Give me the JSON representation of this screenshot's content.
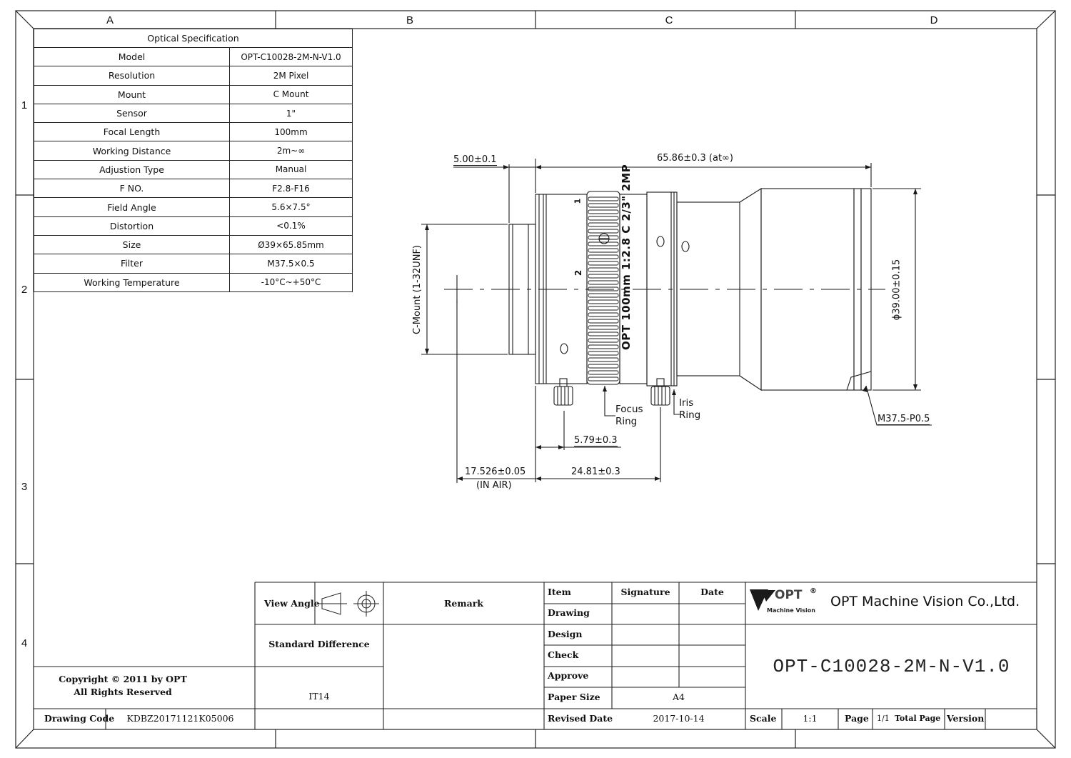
{
  "zones": {
    "columns": [
      "A",
      "B",
      "C",
      "D"
    ],
    "rows": [
      "1",
      "2",
      "3",
      "4"
    ]
  },
  "spec_table": {
    "title": "Optical Specification",
    "rows": [
      {
        "label": "Model",
        "value": "OPT-C10028-2M-N-V1.0"
      },
      {
        "label": "Resolution",
        "value": "2M Pixel"
      },
      {
        "label": "Mount",
        "value": "C Mount"
      },
      {
        "label": "Sensor",
        "value": "1\""
      },
      {
        "label": "Focal Length",
        "value": "100mm"
      },
      {
        "label": "Working Distance",
        "value": "2m~∞"
      },
      {
        "label": "Adjustion Type",
        "value": "Manual"
      },
      {
        "label": "F NO.",
        "value": "F2.8-F16"
      },
      {
        "label": "Field Angle",
        "value": "5.6×7.5°"
      },
      {
        "label": "Distortion",
        "value": "<0.1%"
      },
      {
        "label": "Size",
        "value": "Ø39×65.85mm"
      },
      {
        "label": "Filter",
        "value": "M37.5×0.5"
      },
      {
        "label": "Working Temperature",
        "value": "-10°C~+50°C"
      }
    ]
  },
  "drawing": {
    "dim_flange": "5.00±0.1",
    "dim_length": "65.86±0.3 (at∞)",
    "dim_diameter": "ϕ39.00±0.15",
    "dim_mount": "C-Mount (1-32UNF)",
    "dim_focus": "5.79±0.3",
    "dim_iris": "24.81±0.3",
    "dim_backfocus": "17.526±0.05",
    "dim_backfocus_note": "(IN AIR)",
    "thread_label": "M37.5-P0.5",
    "focus_ring_label": [
      "Focus",
      "Ring"
    ],
    "iris_ring_label": [
      "Iris",
      "Ring"
    ],
    "lens_engraving": "OPT 100mm 1:2.8 C 2/3\" 2MP",
    "ring_numerals": [
      "1",
      "2",
      "1"
    ]
  },
  "title_block": {
    "view_angle_label": "View Angle",
    "remark_label": "Remark",
    "standard_difference_label": "Standard Difference",
    "standard_difference_value": "IT14",
    "copyright_line1": "Copyright © 2011 by OPT",
    "copyright_line2": "All Rights Reserved",
    "drawing_code_label": "Drawing Code",
    "drawing_code_value": "KDBZ20171121K05006",
    "item_label": "Item",
    "signature_label": "Signature",
    "date_label": "Date",
    "rows": [
      "Drawing",
      "Design",
      "Check",
      "Approve"
    ],
    "paper_size_label": "Paper Size",
    "paper_size_value": "A4",
    "revised_date_label": "Revised Date",
    "revised_date_value": "2017-10-14",
    "scale_label": "Scale",
    "scale_value": "1:1",
    "page_label": "Page",
    "page_value": "1/1",
    "total_page_label": "Total Page",
    "version_label": "Version",
    "logo_text": "OPT",
    "logo_mark": "®",
    "logo_sub": "Machine Vision",
    "company_name": "OPT Machine Vision Co.,Ltd.",
    "model_number": "OPT-C10028-2M-N-V1.0"
  }
}
